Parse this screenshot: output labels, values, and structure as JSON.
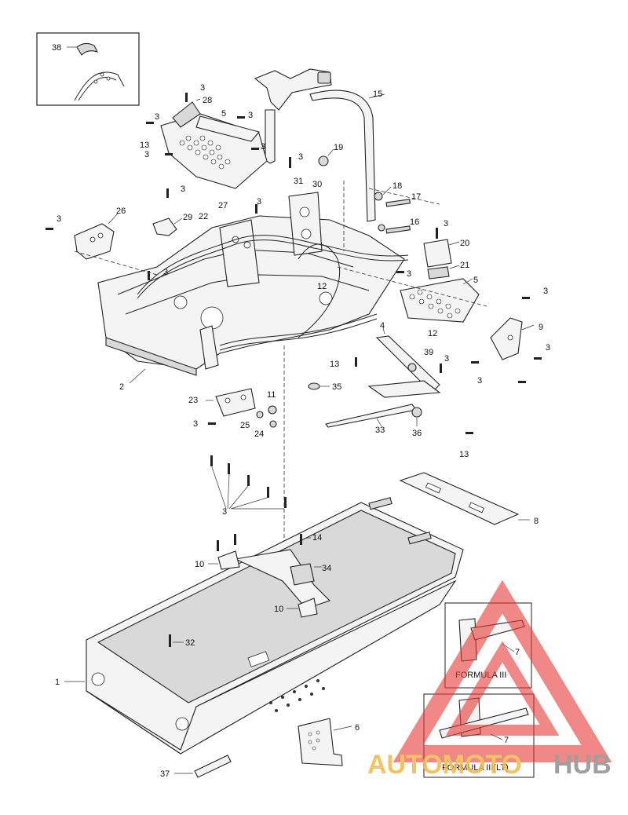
{
  "callouts": {
    "c1": "1",
    "c2": "2",
    "c3": "3",
    "c5": "5",
    "c6": "6",
    "c7": "7",
    "c8": "8",
    "c9": "9",
    "c10": "10",
    "c11": "11",
    "c12": "12",
    "c13": "13",
    "c14": "14",
    "c15": "15",
    "c16": "16",
    "c17": "17",
    "c18": "18",
    "c19": "19",
    "c20": "20",
    "c21": "21",
    "c22": "22",
    "c23": "23",
    "c24": "24",
    "c25": "25",
    "c26": "26",
    "c27": "27",
    "c28": "28",
    "c29": "29",
    "c30": "30",
    "c31": "31",
    "c32": "32",
    "c33": "33",
    "c34": "34",
    "c35": "35",
    "c36": "36",
    "c37": "37",
    "c38": "38",
    "c39": "39",
    "c4": "4"
  },
  "inset_labels": {
    "formula_iii": "FORMULA  III",
    "formula_iii_lt": "FORMULA III(LT)"
  },
  "watermark": {
    "text_part1": "AUTOMOTO",
    "text_part2": "HUB",
    "color_part1": "#f2b84b",
    "color_part2": "#8f8f8f",
    "triangle_color": "#e53935"
  }
}
